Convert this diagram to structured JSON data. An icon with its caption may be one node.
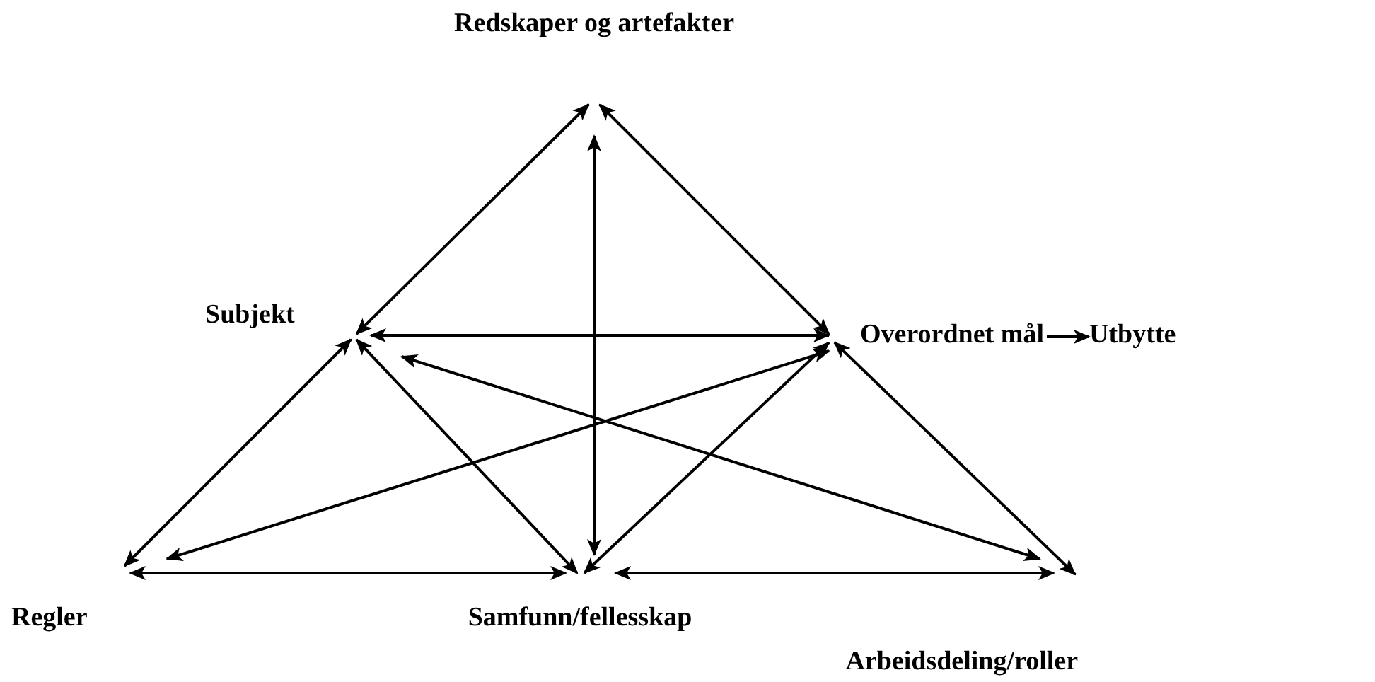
{
  "diagram": {
    "nodes": [
      {
        "text": [
          "Redskaper og artefakter"
        ]
      },
      {
        "text": [
          "Subjekt"
        ]
      },
      {
        "text": [
          "Overordnet mål"
        ]
      },
      {
        "text": [
          "Utbytte"
        ]
      },
      {
        "text": [
          "Regler"
        ]
      },
      {
        "text": [
          "Samfunn/fellesskap"
        ]
      },
      {
        "text": [
          "Arbeidsdeling/roller"
        ]
      }
    ],
    "edges": [
      {
        "from": 0,
        "to": 1,
        "arrow": "both"
      },
      {
        "from": 0,
        "to": 2,
        "arrow": "both"
      },
      {
        "from": 0,
        "to": 5,
        "arrow": "both"
      },
      {
        "from": 1,
        "to": 2,
        "arrow": "both"
      },
      {
        "from": 1,
        "to": 4,
        "arrow": "both"
      },
      {
        "from": 1,
        "to": 5,
        "arrow": "both"
      },
      {
        "from": 1,
        "to": 6,
        "arrow": "both"
      },
      {
        "from": 4,
        "to": 2,
        "arrow": "both"
      },
      {
        "from": 2,
        "to": 5,
        "arrow": "both"
      },
      {
        "from": 2,
        "to": 6,
        "arrow": "both"
      },
      {
        "from": 4,
        "to": 5,
        "arrow": "both"
      },
      {
        "from": 5,
        "to": 6,
        "arrow": "both"
      },
      {
        "from": 2,
        "to": 3,
        "arrow": "to"
      }
    ]
  }
}
